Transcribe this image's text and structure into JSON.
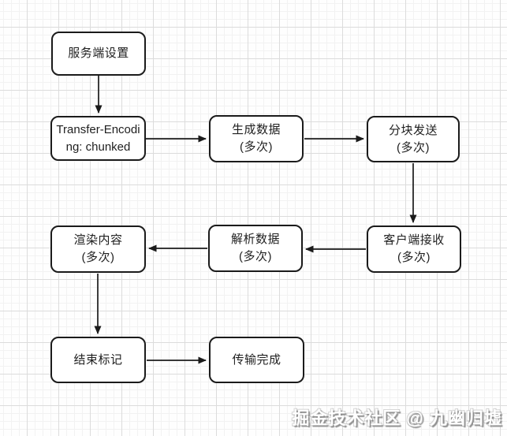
{
  "diagram": {
    "nodes": [
      {
        "id": "server-setup",
        "line1": "服务端设置",
        "line2": ""
      },
      {
        "id": "transfer-encoding",
        "line1": "Transfer-Encoding: chunked",
        "line2": ""
      },
      {
        "id": "generate-data",
        "line1": "生成数据",
        "line2": "(多次)"
      },
      {
        "id": "chunked-send",
        "line1": "分块发送",
        "line2": "(多次)"
      },
      {
        "id": "client-receive",
        "line1": "客户端接收",
        "line2": "(多次)"
      },
      {
        "id": "parse-data",
        "line1": "解析数据",
        "line2": "(多次)"
      },
      {
        "id": "render-content",
        "line1": "渲染内容",
        "line2": "(多次)"
      },
      {
        "id": "end-marker",
        "line1": "结束标记",
        "line2": ""
      },
      {
        "id": "transfer-complete",
        "line1": "传输完成",
        "line2": ""
      }
    ],
    "edges": [
      {
        "from": "server-setup",
        "to": "transfer-encoding"
      },
      {
        "from": "transfer-encoding",
        "to": "generate-data"
      },
      {
        "from": "generate-data",
        "to": "chunked-send"
      },
      {
        "from": "chunked-send",
        "to": "client-receive"
      },
      {
        "from": "client-receive",
        "to": "parse-data"
      },
      {
        "from": "parse-data",
        "to": "render-content"
      },
      {
        "from": "render-content",
        "to": "end-marker"
      },
      {
        "from": "end-marker",
        "to": "transfer-complete"
      }
    ]
  },
  "watermark": {
    "text": "掘金技术社区 @ 九幽归墟"
  },
  "colors": {
    "line": "#1b1b1b",
    "node_background": "#ffffff",
    "node_border": "#1b1b1b",
    "text": "#1f1f1f",
    "grid_minor": "#f2f2f2",
    "grid_major": "#dcdcdc",
    "watermark_fill": "#ffffff",
    "watermark_shadow": "#8f8f8f"
  }
}
